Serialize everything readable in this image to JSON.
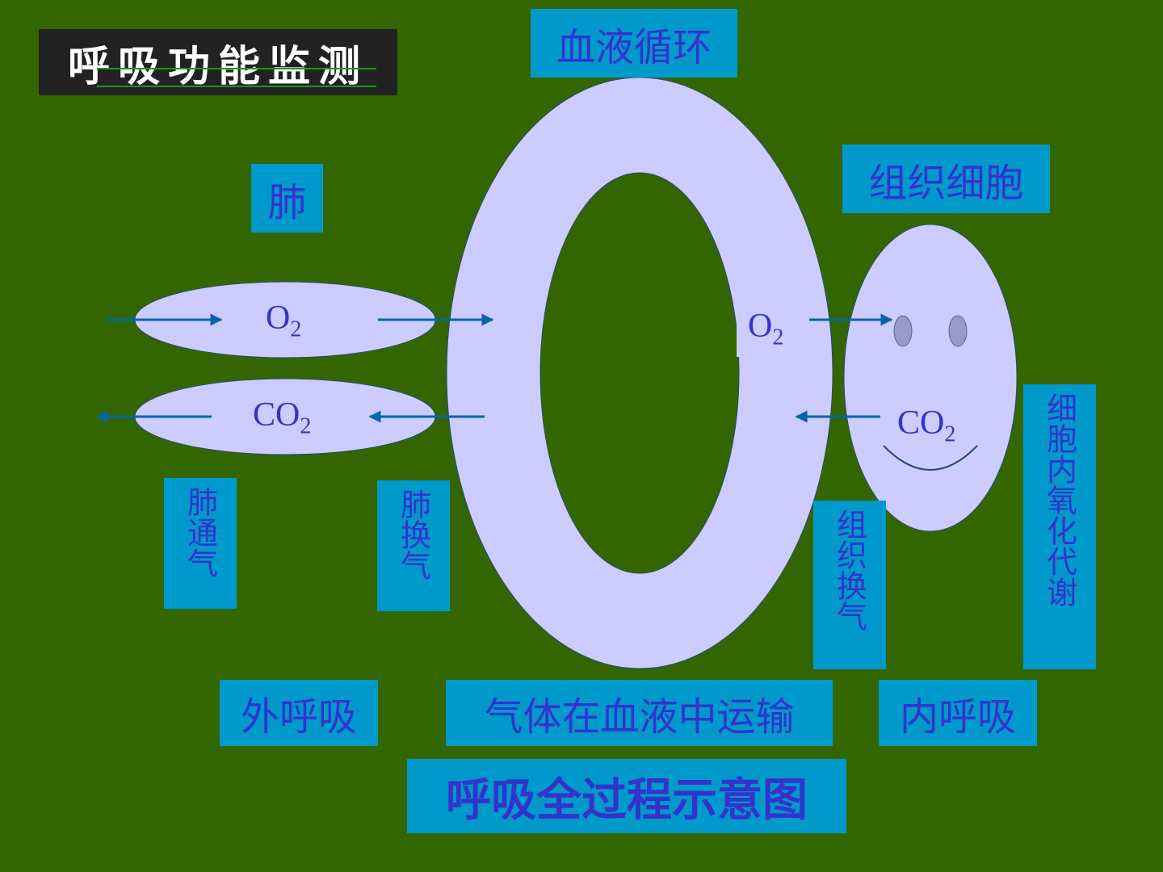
{
  "title": "呼吸功能监测",
  "labels": {
    "blood_circulation": "血液循环",
    "lung": "肺",
    "tissue_cells": "组织细胞",
    "lung_ventilation": "肺通气",
    "lung_exchange": "肺换气",
    "tissue_exchange": "组织换气",
    "cell_oxidation": "细胞内氧化代谢",
    "external_respiration": "外呼吸",
    "gas_transport": "气体在血液中运输",
    "internal_respiration": "内呼吸",
    "caption": "呼吸全过程示意图"
  },
  "gases": {
    "o2_base": "O",
    "co2_base": "CO",
    "subscript": "2"
  },
  "colors": {
    "background": "#336600",
    "shape_fill": "#ccccff",
    "label_bg": "#0099cc",
    "label_text": "#3333cc",
    "arrow": "#0066aa"
  }
}
